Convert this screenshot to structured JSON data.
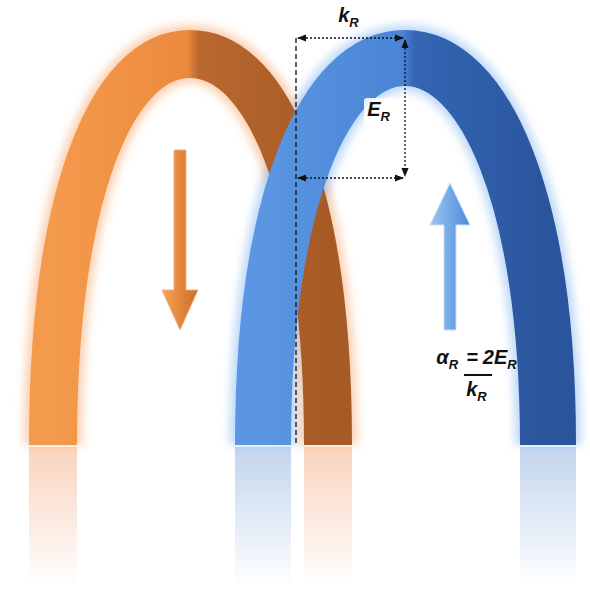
{
  "diagram": {
    "labels": [
      "k",
      "R",
      "E",
      "R",
      "α",
      "R",
      "=",
      "2E",
      "R",
      "k",
      "R"
    ]
  }
}
